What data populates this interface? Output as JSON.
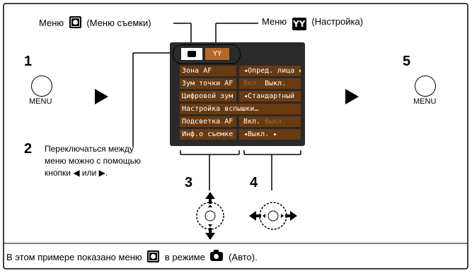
{
  "top_labels": {
    "shoot_menu_prefix": "Меню",
    "shoot_menu_suffix": "(Меню съемки)",
    "setup_menu_prefix": "Меню",
    "setup_menu_suffix": "(Настройка)",
    "setup_icon_glyph": "ΥΥ"
  },
  "steps": {
    "step1_number": "1",
    "step2_number": "2",
    "step3_number": "3",
    "step4_number": "4",
    "step5_number": "5",
    "menu_button_label": "MENU",
    "step2_text_line1": "Переключаться между",
    "step2_text_line2": "меню можно с помощью",
    "step2_text_line3": "кнопки ◀ или ▶."
  },
  "lcd": {
    "rows": [
      {
        "key": "Зона AF",
        "value": "Опред. лица"
      },
      {
        "key": "Зум точки AF",
        "value_dim": "Вкл.",
        "value": "Выкл."
      },
      {
        "key": "Цифровой зум",
        "value": "Стандартный"
      },
      {
        "full": "Настройка вспышки…"
      },
      {
        "key": "Подсветка AF",
        "value": "Вкл.",
        "value_dim": "Выкл."
      },
      {
        "key": "Инф.о съемке",
        "value": "Выкл."
      }
    ],
    "setup_tab_glyph": "ΥΥ"
  },
  "footer": {
    "prefix": "В этом примере показано меню",
    "middle": "в режиме",
    "suffix": "(Авто)."
  },
  "colors": {
    "border": "#000000",
    "lcd_row_bg": "#6a3a10",
    "lcd_tab_active": "#b36a2a"
  }
}
